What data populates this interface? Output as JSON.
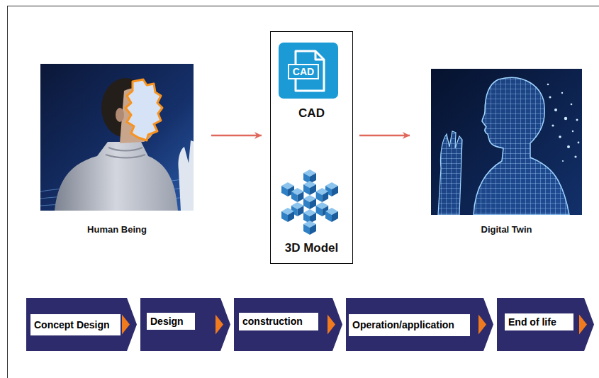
{
  "diagram": {
    "nodes": [
      {
        "text": [
          "Human Being"
        ]
      },
      {
        "text": [
          "CAD",
          "3D Model"
        ]
      },
      {
        "text": [
          "Digital Twin"
        ]
      },
      {
        "text": [
          "Concept Design"
        ]
      },
      {
        "text": [
          "Design"
        ]
      },
      {
        "text": [
          "construction"
        ]
      },
      {
        "text": [
          "Operation/application"
        ]
      },
      {
        "text": [
          "End of life"
        ]
      }
    ],
    "edges": [
      {
        "from": 0,
        "to": 1,
        "arrow": "to"
      },
      {
        "from": 1,
        "to": 2,
        "arrow": "to"
      }
    ],
    "labels": [
      "CAD"
    ]
  }
}
